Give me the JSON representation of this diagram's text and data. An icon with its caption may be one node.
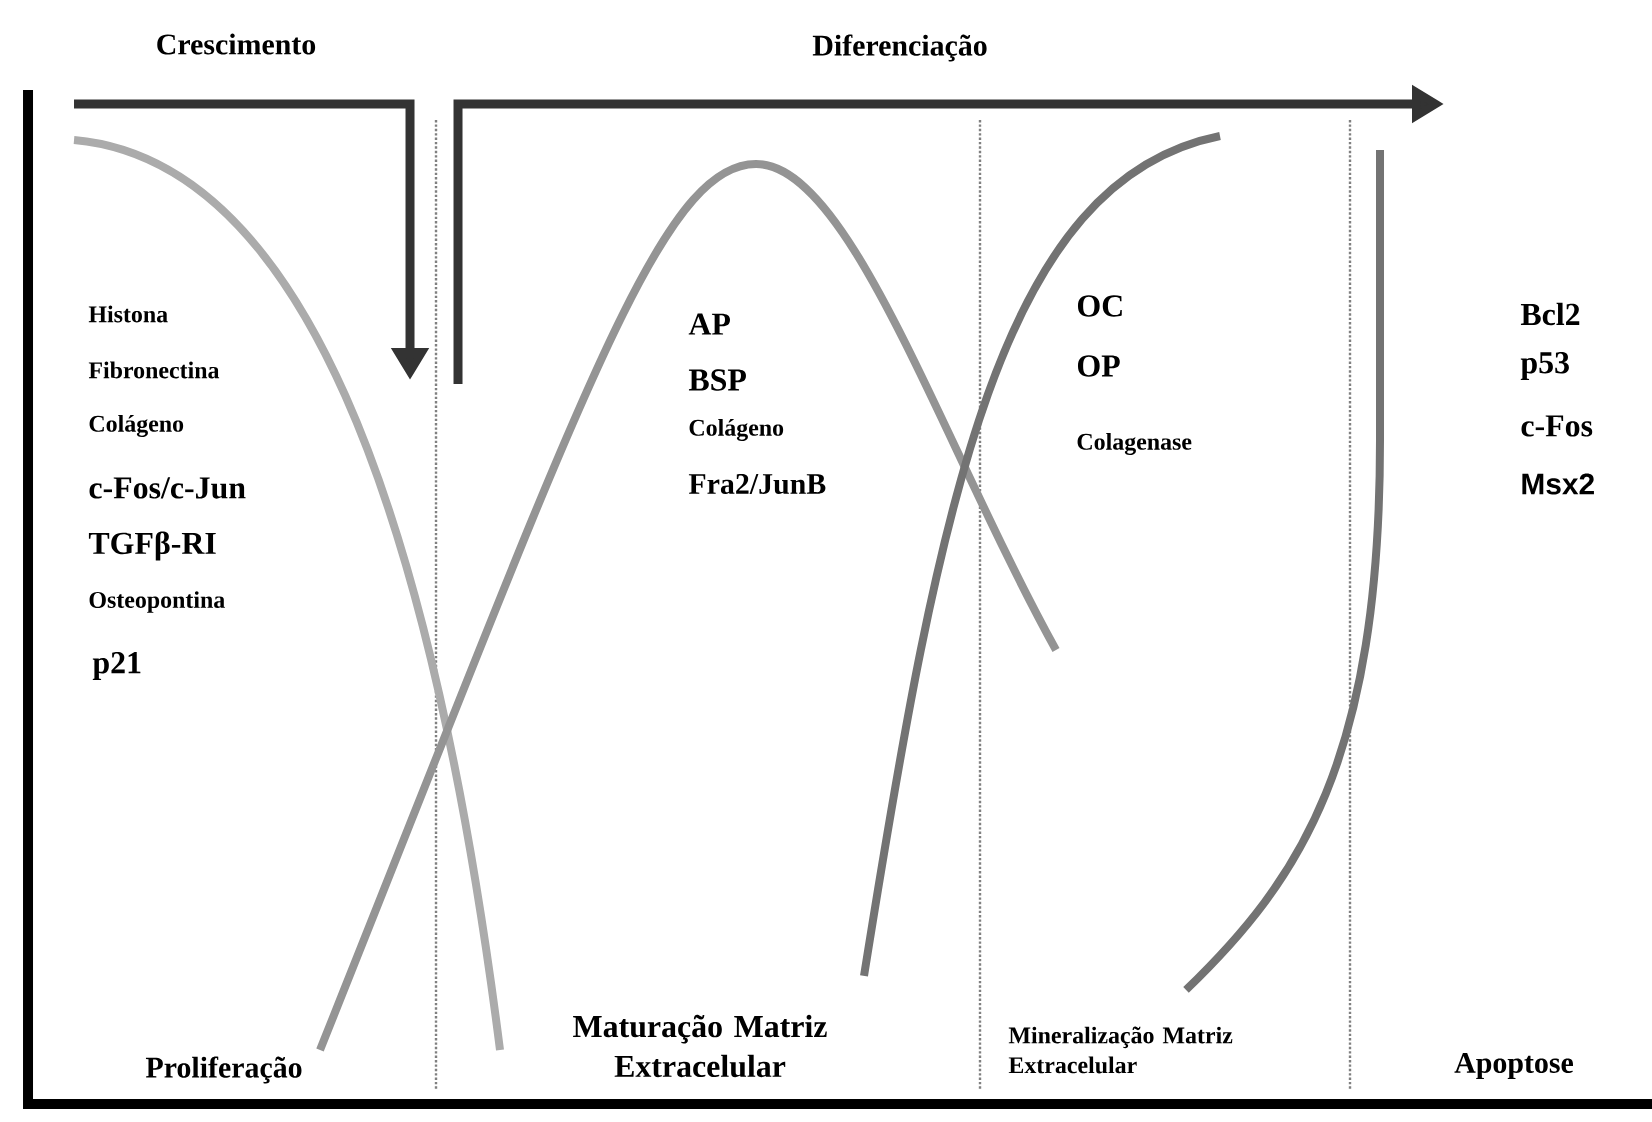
{
  "diagram": {
    "labels": [
      "Crescimento",
      "Diferenciação",
      "Histona",
      "Fibronectina",
      "Colágeno",
      "c-Fos/c-Jun",
      "TGFβ-RI",
      "Osteopontina",
      "p21",
      "AP",
      "BSP",
      "Colágeno",
      "Fra2/JunB",
      "OC",
      "OP",
      "Colagenase",
      "Bcl2",
      "p53",
      "c-Fos",
      "Msx2",
      "Proliferação",
      "Maturação Matriz Extracelular",
      "Mineralização Matriz Extracelular",
      "Apoptose"
    ]
  }
}
